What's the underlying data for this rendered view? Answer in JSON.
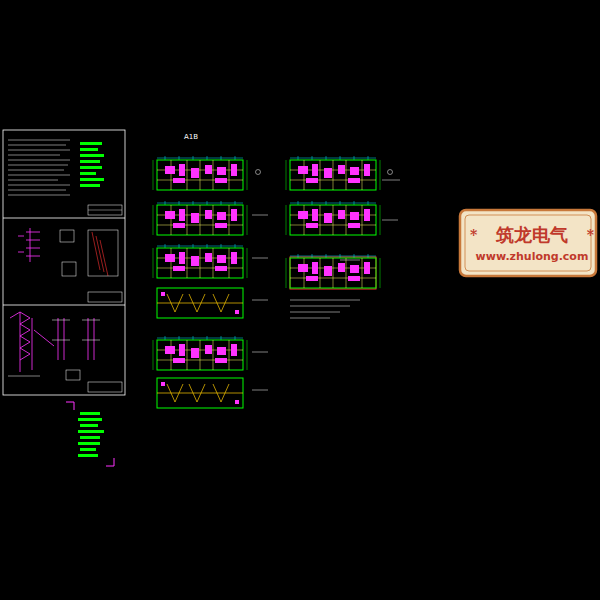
{
  "diagram": {
    "nodes": [
      {
        "text": [
          "*",
          "筑龙电气",
          "*",
          "www.zhulong.com"
        ]
      }
    ],
    "labels": [
      "A1B"
    ]
  }
}
